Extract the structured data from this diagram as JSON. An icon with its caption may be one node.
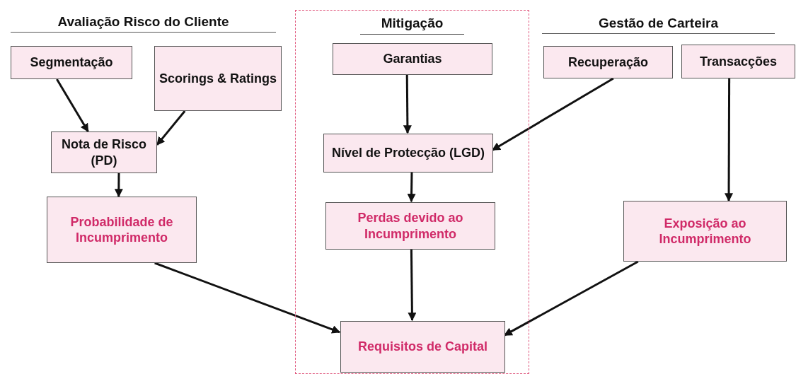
{
  "diagram": {
    "nodes": [
      {
        "text": [
          "Segmentação"
        ]
      },
      {
        "text": [
          "Scorings & Ratings"
        ]
      },
      {
        "text": [
          "Mitigação"
        ]
      },
      {
        "text": [
          "Garantias"
        ],
        "in": 2
      },
      {
        "text": [
          "Recuperação"
        ]
      },
      {
        "text": [
          "Transacções"
        ]
      },
      {
        "text": [
          "Nota de Risco (PD)"
        ]
      },
      {
        "text": [
          "Nível de Protecção (LGD)"
        ],
        "in": 2
      },
      {
        "text": [
          "Probabilidade de Incumprimento"
        ]
      },
      {
        "text": [
          "Perdas devido ao Incumprimento"
        ],
        "in": 2
      },
      {
        "text": [
          "Exposição ao Incumprimento"
        ]
      },
      {
        "text": [
          "Requisitos de Capital"
        ],
        "in": 2
      }
    ],
    "edges": [
      {
        "from": 0,
        "to": 6,
        "arrow": "to"
      },
      {
        "from": 1,
        "to": 6,
        "arrow": "to"
      },
      {
        "from": 3,
        "to": 7,
        "arrow": "to"
      },
      {
        "from": 4,
        "to": 7,
        "arrow": "to"
      },
      {
        "from": 5,
        "to": 10,
        "arrow": "to"
      },
      {
        "from": 6,
        "to": 8,
        "arrow": "to"
      },
      {
        "from": 7,
        "to": 9,
        "arrow": "to"
      },
      {
        "from": 8,
        "to": 11,
        "arrow": "to"
      },
      {
        "from": 9,
        "to": 11,
        "arrow": "to"
      },
      {
        "from": 10,
        "to": 11,
        "arrow": "to"
      }
    ],
    "labels": [
      "Avaliação Risco do Cliente",
      "Gestão de Carteira"
    ]
  }
}
